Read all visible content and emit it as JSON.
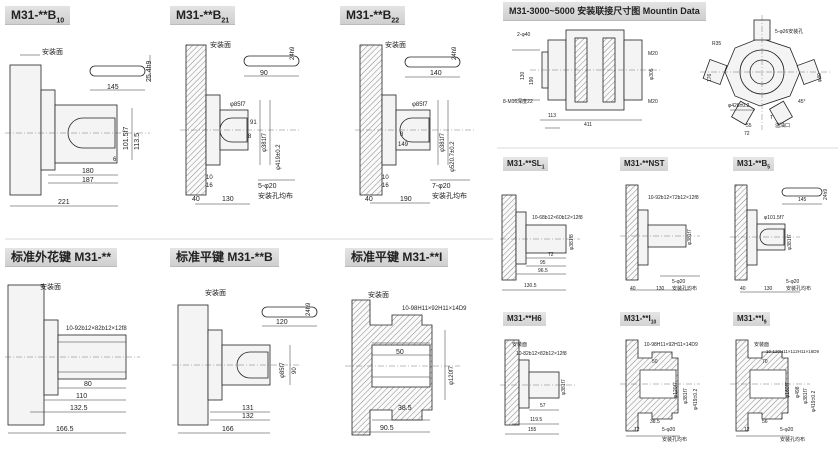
{
  "titles": {
    "b10": "M31-**B",
    "b10_sub": "10",
    "b21": "M31-**B",
    "b21_sub": "21",
    "b22": "M31-**B",
    "b22_sub": "22",
    "mount": "M31-3000~5000 安装联接尺寸图 Mountin Data",
    "spline": "标准外花键 M31-**",
    "flatb": "标准平键 M31-**B",
    "flati": "标准平键 M31-**I",
    "sl1": "M31-**SL",
    "sl1_sub": "1",
    "nst": "M31-**NST",
    "b5": "M31-**B",
    "b5_sub": "5",
    "h6": "M31-**H6",
    "i10": "M31-**I",
    "i10_sub": "10",
    "i9": "M31-**I",
    "i9_sub": "9"
  },
  "common": {
    "mount_face": "安装面",
    "bolt_holes": "安装孔均布"
  },
  "b10": {
    "d1": "25.4h9",
    "d2": "145",
    "d3": "101.5f7",
    "d4": "113.5",
    "d5": "6",
    "d6": "180",
    "d7": "187",
    "d8": "221"
  },
  "b21": {
    "d1": "24h9",
    "d2": "90",
    "d3": "φ85f7",
    "d4": "φ381f7",
    "d5": "91",
    "d6": "8",
    "d7": "φ419±0.2",
    "d8": "5-φ20",
    "d9": "130",
    "d10": "40",
    "d11": "16",
    "d12": "10"
  },
  "b22": {
    "d1": "24h9",
    "d2": "140",
    "d3": "φ85f7",
    "d4": "φ381f7",
    "d5": "149",
    "d6": "φ520.7±0.2",
    "d7": "7-φ20",
    "d8": "190",
    "d9": "40",
    "d10": "16",
    "d11": "10",
    "d12": "8"
  },
  "spline": {
    "d1": "10-92b12×82b12×12f8",
    "d2": "80",
    "d3": "110",
    "d4": "132.5",
    "d5": "166.5"
  },
  "flatb": {
    "d1": "24h9",
    "d2": "120",
    "d3": "φ85f7",
    "d4": "90",
    "d5": "131",
    "d6": "132",
    "d7": "166"
  },
  "flati": {
    "d1": "10-98H11×92H11×14D9",
    "d2": "50",
    "d3": "φ120f7",
    "d4": "38.5",
    "d5": "90.5"
  },
  "mount": {
    "d1": "2-φ40",
    "d2": "130",
    "d3": "190",
    "d4": "8-M16深度22",
    "d5": "411",
    "d6": "113",
    "d7": "M20",
    "d8": "φ305",
    "d9": "M20",
    "d10": "R35",
    "d11": "5-φ26安装孔",
    "d12": "176",
    "d13": "φ426±0.2",
    "d14": "φ40",
    "d15": "45°",
    "d16": "T",
    "d17": "溢油口",
    "d18": "55",
    "d19": "72"
  },
  "sl1": {
    "d1": "10-68b12×60b12×12f8",
    "d2": "φ381f8",
    "d3": "72",
    "d4": "95",
    "d5": "96.5",
    "d6": "130.5"
  },
  "nst": {
    "d1": "10-92b12×72b12×12f8",
    "d2": "φ381f7",
    "d3": "5-φ20",
    "d4": "130",
    "d5": "40"
  },
  "b5": {
    "d1": "24h9",
    "d2": "145",
    "d3": "φ101.5f7",
    "d4": "φ381f7",
    "d5": "5-φ20",
    "d6": "130",
    "d7": "40"
  },
  "h6": {
    "d1": "10-82b12×82b12×12f8",
    "d2": "φ381f7",
    "d3": "57",
    "d4": "119.5",
    "d5": "155"
  },
  "i10": {
    "d1": "10-98H11×92H11×14D9",
    "d2": "φ120f7",
    "d3": "φ381f7",
    "d4": "φ419±0.2",
    "d5": "50",
    "d6": "38.5",
    "d7": "12",
    "d8": "5-φ20"
  },
  "i9": {
    "d1": "10-120H11×112H11×16D9",
    "d2": "φ160f7",
    "d3": "φ498",
    "d4": "φ381f7",
    "d5": "φ419±0.2",
    "d6": "70",
    "d7": "56",
    "d8": "12",
    "d9": "5-φ20"
  }
}
